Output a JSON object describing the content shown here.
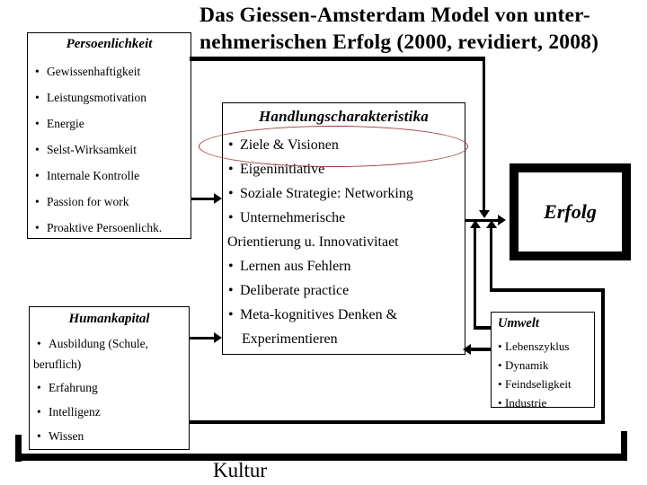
{
  "slide_title": {
    "line1": "Das Giessen-Amsterdam Model von unter-",
    "line2": "nehmerischen Erfolg (2000, revidiert, 2008)"
  },
  "glyphs": {
    "bullet": "•"
  },
  "colors": {
    "line": "#000000",
    "ellipse": "#9e3a38",
    "background": "#ffffff",
    "text": "#000000"
  },
  "persoenlichkeit": {
    "title": "Persoenlichkeit",
    "items": [
      "Gewissenhaftigkeit",
      "Leistungsmotivation",
      "Energie",
      "Selst-Wirksamkeit",
      "Internale Kontrolle",
      "Passion for work",
      "Proaktive Persoenlichk."
    ]
  },
  "humankapital": {
    "title": "Humankapital",
    "lines": [
      {
        "bullet": true,
        "text": "Ausbildung (Schule,"
      },
      {
        "bullet": false,
        "text": "beruflich)"
      },
      {
        "bullet": true,
        "text": "Erfahrung"
      },
      {
        "bullet": true,
        "text": "Intelligenz"
      },
      {
        "bullet": true,
        "text": "Wissen"
      }
    ]
  },
  "handlung": {
    "title": "Handlungscharakteristika",
    "lines": [
      {
        "bullet": true,
        "text": "Ziele & Visionen",
        "circled": true
      },
      {
        "bullet": true,
        "text": "Eigeninitiative"
      },
      {
        "bullet": true,
        "text": "Soziale Strategie: Networking"
      },
      {
        "bullet": true,
        "text": "Unternehmerische"
      },
      {
        "bullet": false,
        "text": "Orientierung u. Innovativitaet"
      },
      {
        "bullet": true,
        "text": "Lernen aus Fehlern"
      },
      {
        "bullet": true,
        "text": "Deliberate practice"
      },
      {
        "bullet": true,
        "text": "Meta-kognitives Denken &"
      },
      {
        "bullet": false,
        "text": "Experimentieren",
        "indent": true
      }
    ]
  },
  "erfolg": {
    "title": "Erfolg"
  },
  "umwelt": {
    "title": "Umwelt",
    "items": [
      "Lebenszyklus",
      "Dynamik",
      "Feindseligkeit",
      "Industrie"
    ]
  },
  "kultur": {
    "label": "Kultur"
  }
}
